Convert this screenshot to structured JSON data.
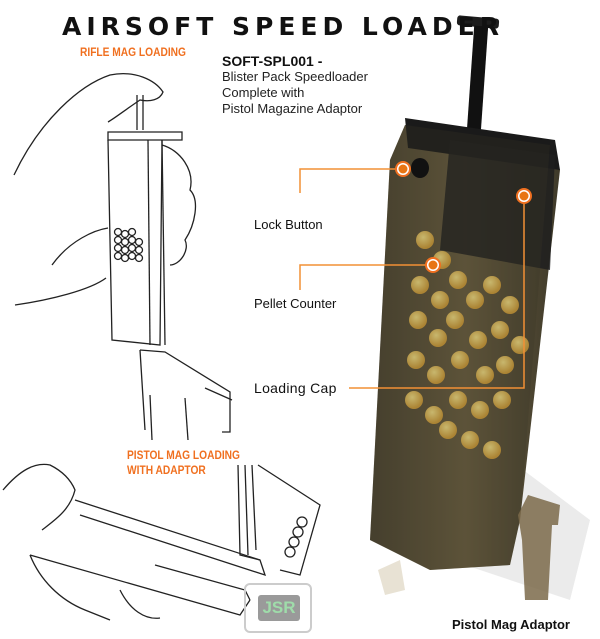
{
  "title": "AIRSOFT SPEED LOADER",
  "sections": {
    "rifle": "RIFLE MAG LOADING",
    "pistol_line1": "PISTOL MAG LOADING",
    "pistol_line2": "WITH ADAPTOR"
  },
  "product": {
    "code": "SOFT-SPL001 -",
    "line1": "Blister Pack Speedloader",
    "line2": "Complete with",
    "line3": "Pistol Magazine Adaptor"
  },
  "callouts": [
    {
      "label": "Lock Button"
    },
    {
      "label": "Pellet Counter"
    },
    {
      "label": "Loading Cap"
    }
  ],
  "adaptor_label": "Pistol Mag Adaptor",
  "watermark": "JSR",
  "colors": {
    "accent_orange": "#f07020",
    "callout_line": "#f29035",
    "title": "#111111"
  }
}
